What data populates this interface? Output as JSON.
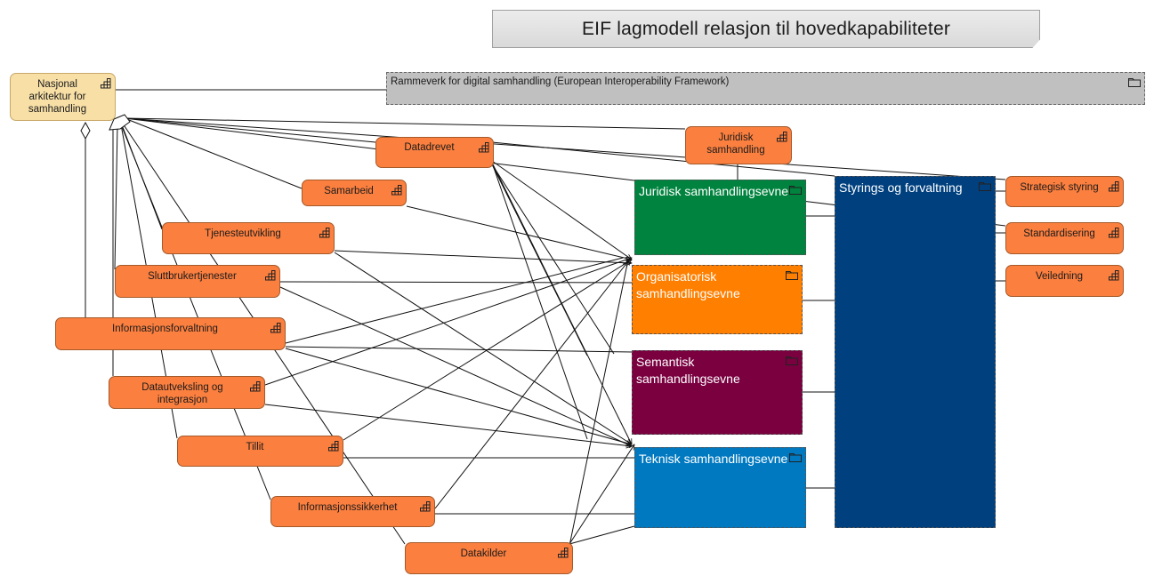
{
  "title": "EIF lagmodell relasjon til hovedkapabiliteter",
  "icons": {
    "capability": "capability-icon",
    "grouping": "folder-icon"
  },
  "colors": {
    "capability": "#fb7f3f",
    "root": "#f7dfa6",
    "juridisk": "#00833e",
    "organisatorisk": "#ff7f00",
    "semantisk": "#7a0040",
    "teknisk": "#0079c1",
    "styring": "#00407f",
    "framework": "#c0c0c0"
  },
  "root": {
    "label": "Nasjonal arkitektur for samhandling"
  },
  "framework": {
    "label": "Rammeverk for digital samhandling (European Interoperability Framework)"
  },
  "capabilities": {
    "datadrevet": "Datadrevet",
    "juridisk_samhandling": "Juridisk samhandling",
    "samarbeid": "Samarbeid",
    "tjenesteutvikling": "Tjenesteutvikling",
    "sluttbrukertjenester": "Sluttbrukertjenester",
    "informasjonsforvaltning": "Informasjonsforvaltning",
    "datautveksling": "Datautveksling og integrasjon",
    "tillit": "Tillit",
    "informasjonssikkerhet": "Informasjonssikkerhet",
    "datakilder": "Datakilder",
    "strategisk_styring": "Strategisk styring",
    "standardisering": "Standardisering",
    "veiledning": "Veiledning"
  },
  "groups": {
    "juridisk": "Juridisk samhandlingsevne",
    "organisatorisk": "Organisatorisk samhandlingsevne",
    "semantisk": "Semantisk samhandlingsevne",
    "teknisk": "Teknisk samhandlingsevne",
    "styring": "Styrings og forvaltning"
  }
}
